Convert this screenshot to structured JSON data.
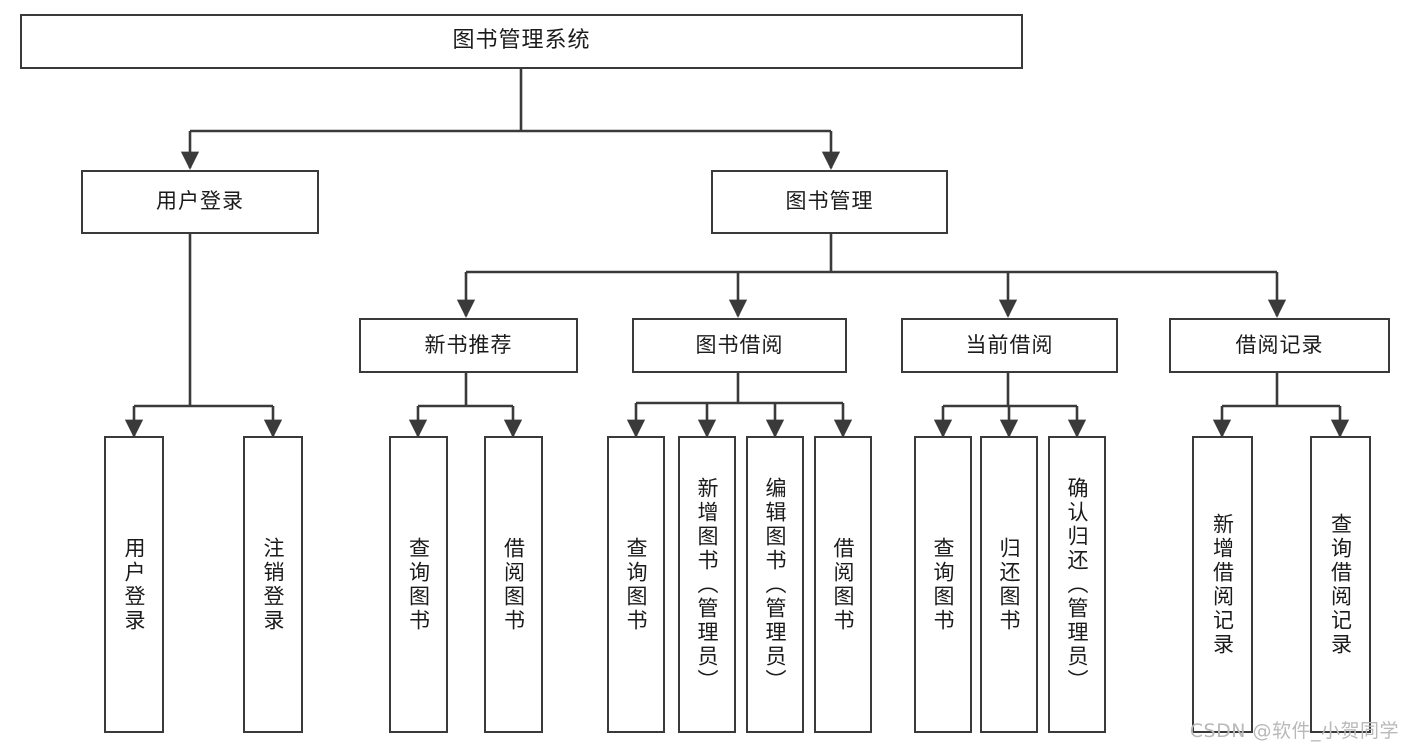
{
  "diagram": {
    "title_node": {
      "id": "root",
      "label": "图书管理系统"
    },
    "level1": [
      {
        "id": "user-login",
        "label": "用户登录"
      },
      {
        "id": "book-manage",
        "label": "图书管理"
      }
    ],
    "level2": [
      {
        "id": "new-book-recommend",
        "label": "新书推荐"
      },
      {
        "id": "book-borrow",
        "label": "图书借阅"
      },
      {
        "id": "current-borrow",
        "label": "当前借阅"
      },
      {
        "id": "borrow-record",
        "label": "借阅记录"
      }
    ],
    "leaves": {
      "user_login": [
        {
          "id": "leaf-user-login",
          "label": "用户登录"
        },
        {
          "id": "leaf-user-logout",
          "label": "注销登录"
        }
      ],
      "new_book_recommend": [
        {
          "id": "leaf-query-book-1",
          "label": "查询图书"
        },
        {
          "id": "leaf-borrow-book-1",
          "label": "借阅图书"
        }
      ],
      "book_borrow": [
        {
          "id": "leaf-query-book-2",
          "label": "查询图书"
        },
        {
          "id": "leaf-add-book",
          "label": "新增图书（管理员）"
        },
        {
          "id": "leaf-edit-book",
          "label": "编辑图书（管理员）"
        },
        {
          "id": "leaf-borrow-book-2",
          "label": "借阅图书"
        }
      ],
      "current_borrow": [
        {
          "id": "leaf-query-book-3",
          "label": "查询图书"
        },
        {
          "id": "leaf-return-book",
          "label": "归还图书"
        },
        {
          "id": "leaf-confirm-return",
          "label": "确认归还（管理员）"
        }
      ],
      "borrow_record": [
        {
          "id": "leaf-add-record",
          "label": "新增借阅记录"
        },
        {
          "id": "leaf-query-record",
          "label": "查询借阅记录"
        }
      ]
    }
  },
  "watermark": {
    "text": "CSDN @软件_小贺同学"
  },
  "colors": {
    "stroke": "#3a3a3a",
    "text": "#1b1b1b",
    "background": "#ffffff",
    "watermark": "#b9b9b9"
  }
}
